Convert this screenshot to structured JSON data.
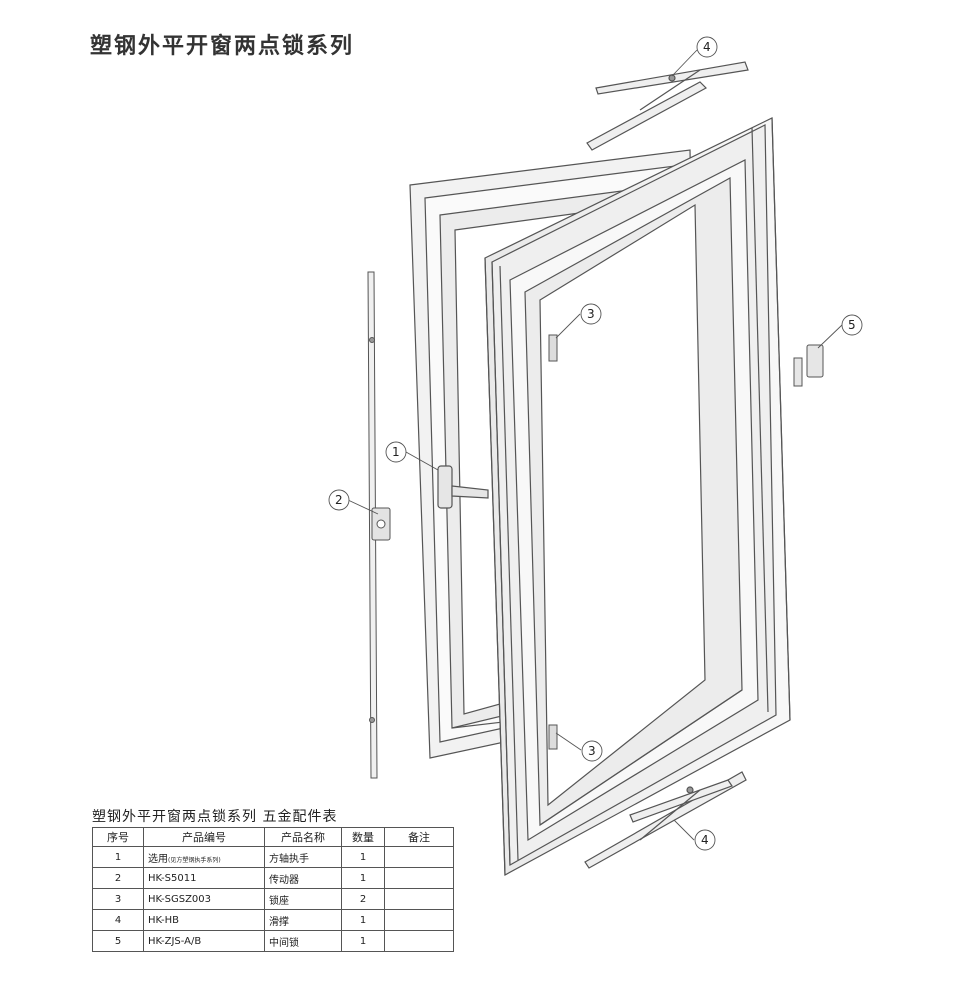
{
  "page": {
    "title": "塑钢外平开窗两点锁系列"
  },
  "diagram": {
    "callouts": [
      {
        "id": "1",
        "part": "方轴执手"
      },
      {
        "id": "2",
        "part": "传动器"
      },
      {
        "id": "3",
        "part": "锁座"
      },
      {
        "id": "4",
        "part": "滑撑"
      },
      {
        "id": "5",
        "part": "中间锁"
      }
    ],
    "colors": {
      "frame_stroke": "#555555",
      "frame_fill": "#f4f4f4",
      "glass": "#ffffff"
    }
  },
  "table": {
    "title": "塑钢外平开窗两点锁系列  五金配件表",
    "headers": [
      "序号",
      "产品编号",
      "产品名称",
      "数量",
      "备注"
    ],
    "rows": [
      {
        "no": "1",
        "code": "选用",
        "code_note": "(见方塑钢执手系列)",
        "name": "方轴执手",
        "qty": "1",
        "note": ""
      },
      {
        "no": "2",
        "code": "HK-S5011",
        "code_note": "",
        "name": "传动器",
        "qty": "1",
        "note": ""
      },
      {
        "no": "3",
        "code": "HK-SGSZ003",
        "code_note": "",
        "name": "锁座",
        "qty": "2",
        "note": ""
      },
      {
        "no": "4",
        "code": "HK-HB",
        "code_note": "",
        "name": "滑撑",
        "qty": "1",
        "note": ""
      },
      {
        "no": "5",
        "code": "HK-ZJS-A/B",
        "code_note": "",
        "name": "中间锁",
        "qty": "1",
        "note": ""
      }
    ]
  }
}
